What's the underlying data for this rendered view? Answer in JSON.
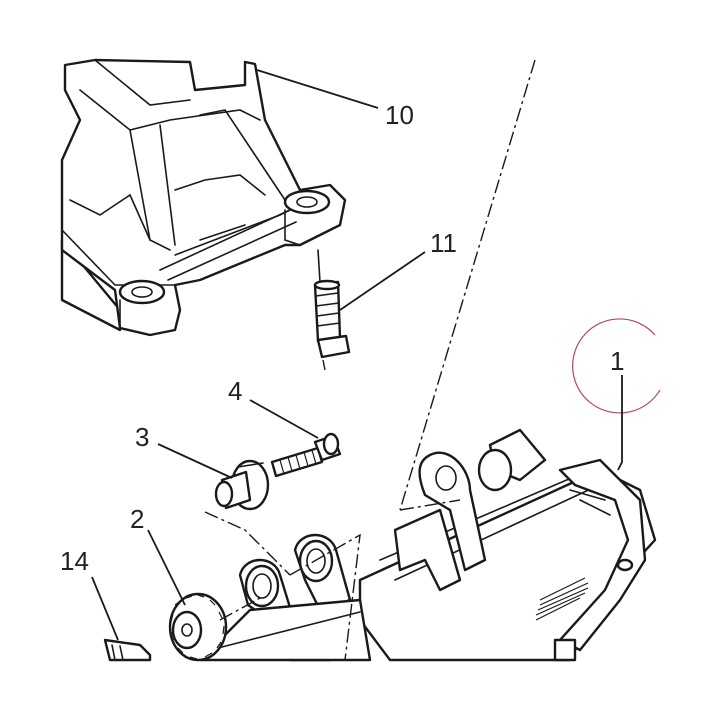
{
  "callouts": {
    "part_10": "10",
    "part_11": "11",
    "part_4": "4",
    "part_3": "3",
    "part_1": "1",
    "part_2": "2",
    "part_14": "14"
  },
  "colors": {
    "line": "#1a1a1a",
    "background": "#ffffff",
    "highlight_circle": "#b04a5a"
  }
}
